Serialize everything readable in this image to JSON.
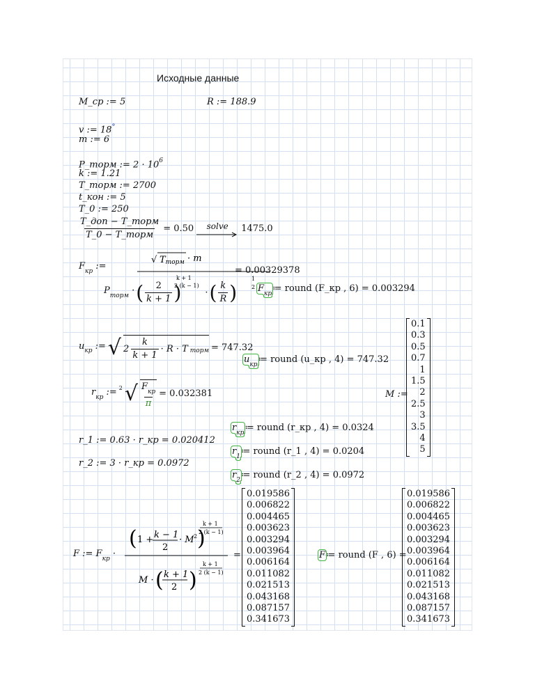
{
  "title": "Исходные данные",
  "inputs": {
    "m_sr": "M_ср := 5",
    "R": "R := 188.9",
    "v": "v := 18",
    "m": "m := 6",
    "p_torm_lhs": "P_торм := 2 · 10",
    "p_torm_exp": "6",
    "k": "k := 1.21",
    "t_torm": "T_торм := 2700",
    "t_kon": "t_кон := 5",
    "t0": "T_0 := 250"
  },
  "solve": {
    "numerator": "T_доп − T_торм",
    "denominator": "T_0 − T_торм",
    "rhs": "= 0.50",
    "keyword": "solve",
    "result": "1475.0"
  },
  "results": {
    "f_kr_value": "= 0.00329378",
    "f_kr_round": "≔ round (F_кр , 6) = 0.003294",
    "u_kr_value": "= 747.32",
    "u_kr_round": "≔ round (u_кр , 4) = 747.32",
    "r_kr_value": "= 0.032381",
    "r_kr_round": "≔ round (r_кр , 4) = 0.0324",
    "r1": "r_1 := 0.63 · r_кр = 0.020412",
    "r1_round": "≔ round (r_1 , 4) = 0.0204",
    "r2": "r_2 := 3 · r_кр = 0.0972",
    "r2_round": "≔ round (r_2 , 4) = 0.0972",
    "f_round": "≔ round (F , 6) ="
  },
  "m_vector": [
    "0.1",
    "0.3",
    "0.5",
    "0.7",
    "1",
    "1.5",
    "2",
    "2.5",
    "3",
    "3.5",
    "4",
    "5"
  ],
  "f_vector": [
    "0.019586",
    "0.006822",
    "0.004465",
    "0.003623",
    "0.003294",
    "0.003964",
    "0.006164",
    "0.011082",
    "0.021513",
    "0.043168",
    "0.087157",
    "0.341673"
  ],
  "f_round_vector": [
    "0.019586",
    "0.006822",
    "0.004465",
    "0.003623",
    "0.003294",
    "0.003964",
    "0.006164",
    "0.011082",
    "0.021513",
    "0.043168",
    "0.087157",
    "0.341673"
  ]
}
